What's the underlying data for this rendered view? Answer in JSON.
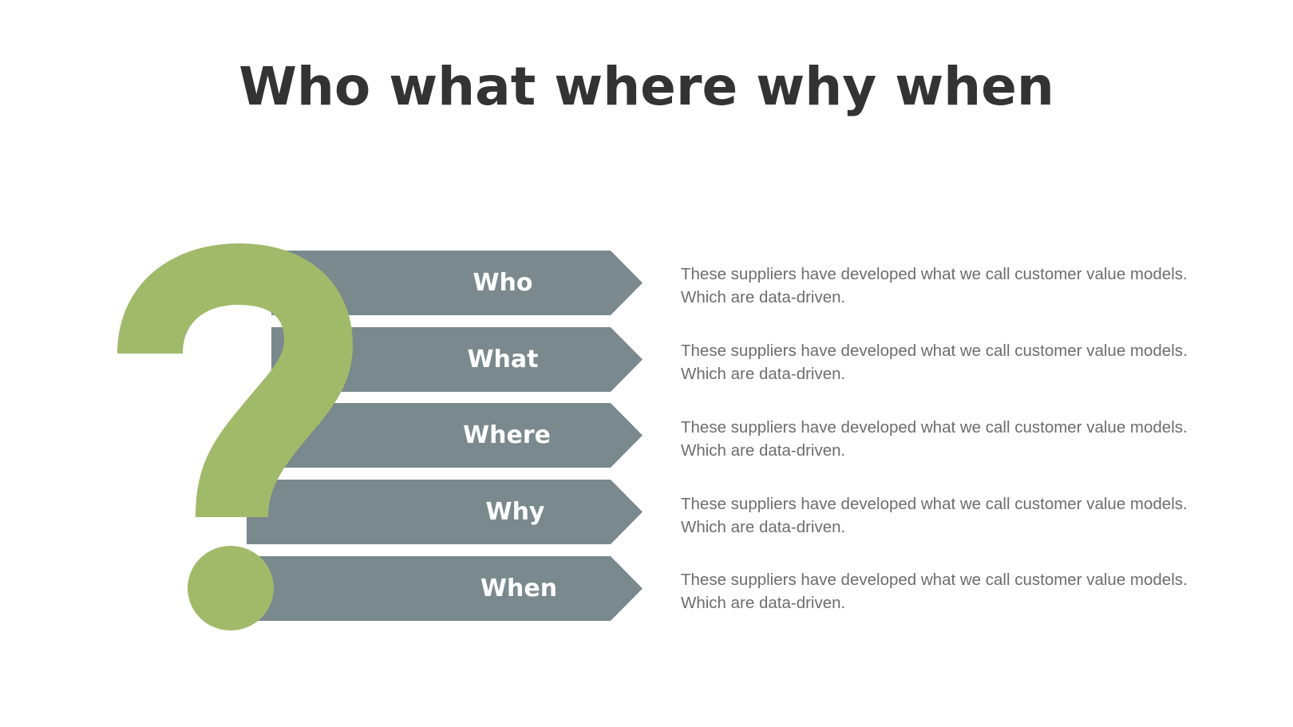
{
  "slide": {
    "title": "Who what where why when",
    "colors": {
      "title": "#333333",
      "arrow_fill": "#7a898d",
      "arrow_text": "#ffffff",
      "question_mark": "#a0ba6a",
      "description_text": "#6d6d6d"
    },
    "icon": "question-mark-icon",
    "items": [
      {
        "label": "Who",
        "description": "These suppliers have developed what we call customer value models. Which are data-driven."
      },
      {
        "label": "What",
        "description": "These suppliers have developed what we call customer value models. Which are data-driven."
      },
      {
        "label": "Where",
        "description": "These suppliers have developed what we call customer value models. Which are data-driven."
      },
      {
        "label": "Why",
        "description": "These suppliers have developed what we call customer value models. Which are data-driven."
      },
      {
        "label": "When",
        "description": "These suppliers have developed what we call customer value models. Which are data-driven."
      }
    ]
  }
}
